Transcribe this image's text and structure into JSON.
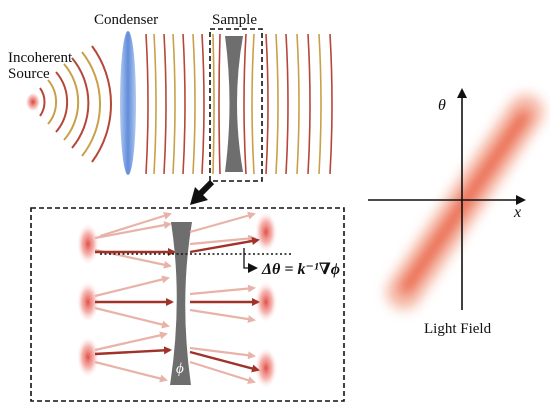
{
  "labels": {
    "source_line1": "Incoherent",
    "source_line2": "Source",
    "condenser": "Condenser",
    "sample": "Sample",
    "phase_equation": "Δθ = k⁻¹∇ϕ",
    "phase_symbol": "ϕ",
    "axis_theta": "θ",
    "axis_x": "x",
    "light_field": "Light Field"
  },
  "colors": {
    "wavefront": "#b5473a",
    "wavefront_alt": "#c8a04a",
    "condenser_center": "#4f7fd6",
    "condenser_edge": "#a9c3ee",
    "sample_gray": "#6e6e6e",
    "spot_red": "#e0453d",
    "arrow_dark": "#a0322a",
    "arrow_light": "#e8b3a8",
    "band_red": "#e85a3c"
  },
  "icons": {
    "pointer": "down-left-arrow-icon"
  }
}
